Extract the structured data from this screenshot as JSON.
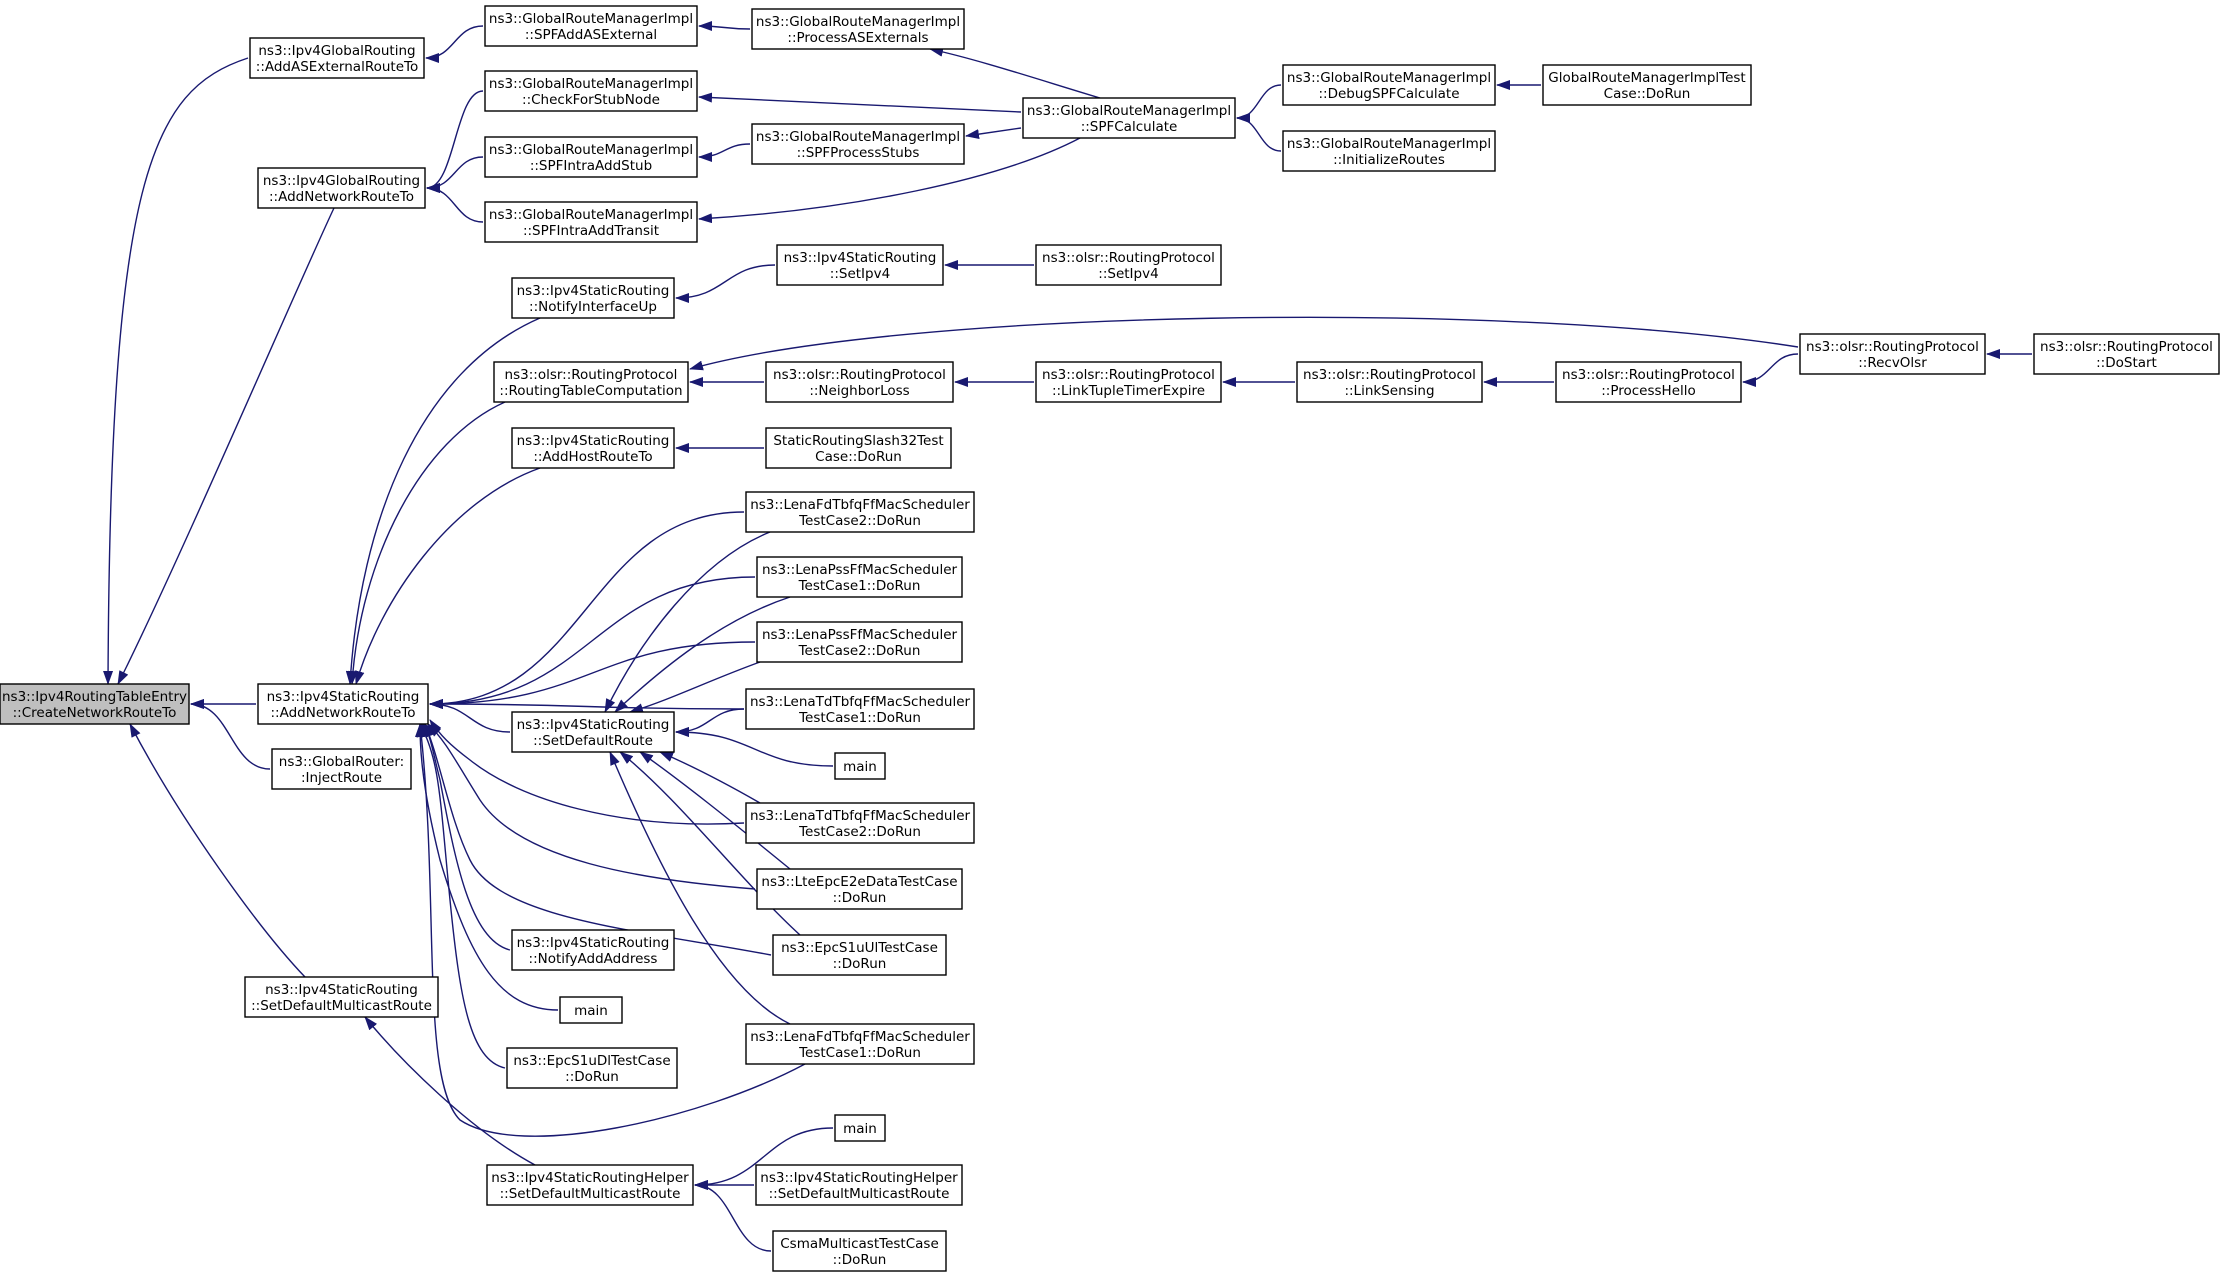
{
  "diagram": {
    "type": "doxygen-caller-graph",
    "colors": {
      "edge": "#191970",
      "node_border": "#000000",
      "root_fill": "#bfbfbf",
      "node_fill": "#ffffff"
    },
    "nodes": [
      {
        "id": "root",
        "lines": [
          "ns3::Ipv4RoutingTableEntry",
          "::CreateNetworkRouteTo"
        ],
        "root": true
      },
      {
        "id": "n_addas",
        "lines": [
          "ns3::Ipv4GlobalRouting",
          "::AddASExternalRouteTo"
        ]
      },
      {
        "id": "n_addnet_g",
        "lines": [
          "ns3::Ipv4GlobalRouting",
          "::AddNetworkRouteTo"
        ]
      },
      {
        "id": "n_addnet_s",
        "lines": [
          "ns3::Ipv4StaticRouting",
          "::AddNetworkRouteTo"
        ]
      },
      {
        "id": "n_inject",
        "lines": [
          "ns3::GlobalRouter:",
          ":InjectRoute"
        ]
      },
      {
        "id": "n_setdefmc",
        "lines": [
          "ns3::Ipv4StaticRouting",
          "::SetDefaultMulticastRoute"
        ]
      },
      {
        "id": "n_spfaddas",
        "lines": [
          "ns3::GlobalRouteManagerImpl",
          "::SPFAddASExternal"
        ]
      },
      {
        "id": "n_processas",
        "lines": [
          "ns3::GlobalRouteManagerImpl",
          "::ProcessASExternals"
        ]
      },
      {
        "id": "n_checkstub",
        "lines": [
          "ns3::GlobalRouteManagerImpl",
          "::CheckForStubNode"
        ]
      },
      {
        "id": "n_intrastub",
        "lines": [
          "ns3::GlobalRouteManagerImpl",
          "::SPFIntraAddStub"
        ]
      },
      {
        "id": "n_intratransit",
        "lines": [
          "ns3::GlobalRouteManagerImpl",
          "::SPFIntraAddTransit"
        ]
      },
      {
        "id": "n_processstubs",
        "lines": [
          "ns3::GlobalRouteManagerImpl",
          "::SPFProcessStubs"
        ]
      },
      {
        "id": "n_spfcalc",
        "lines": [
          "ns3::GlobalRouteManagerImpl",
          "::SPFCalculate"
        ]
      },
      {
        "id": "n_debugspf",
        "lines": [
          "ns3::GlobalRouteManagerImpl",
          "::DebugSPFCalculate"
        ]
      },
      {
        "id": "n_initroutes",
        "lines": [
          "ns3::GlobalRouteManagerImpl",
          "::InitializeRoutes"
        ]
      },
      {
        "id": "n_grmtest",
        "lines": [
          "GlobalRouteManagerImplTest",
          "Case::DoRun"
        ]
      },
      {
        "id": "n_notifyup",
        "lines": [
          "ns3::Ipv4StaticRouting",
          "::NotifyInterfaceUp"
        ]
      },
      {
        "id": "n_setipv4",
        "lines": [
          "ns3::Ipv4StaticRouting",
          "::SetIpv4"
        ]
      },
      {
        "id": "n_olsr_setipv4",
        "lines": [
          "ns3::olsr::RoutingProtocol",
          "::SetIpv4"
        ]
      },
      {
        "id": "n_rtcomp",
        "lines": [
          "ns3::olsr::RoutingProtocol",
          "::RoutingTableComputation"
        ]
      },
      {
        "id": "n_nbrloss",
        "lines": [
          "ns3::olsr::RoutingProtocol",
          "::NeighborLoss"
        ]
      },
      {
        "id": "n_linktuple",
        "lines": [
          "ns3::olsr::RoutingProtocol",
          "::LinkTupleTimerExpire"
        ]
      },
      {
        "id": "n_linksensing",
        "lines": [
          "ns3::olsr::RoutingProtocol",
          "::LinkSensing"
        ]
      },
      {
        "id": "n_processhello",
        "lines": [
          "ns3::olsr::RoutingProtocol",
          "::ProcessHello"
        ]
      },
      {
        "id": "n_recvolsr",
        "lines": [
          "ns3::olsr::RoutingProtocol",
          "::RecvOlsr"
        ]
      },
      {
        "id": "n_dostart",
        "lines": [
          "ns3::olsr::RoutingProtocol",
          "::DoStart"
        ]
      },
      {
        "id": "n_addhost",
        "lines": [
          "ns3::Ipv4StaticRouting",
          "::AddHostRouteTo"
        ]
      },
      {
        "id": "n_slash32",
        "lines": [
          "StaticRoutingSlash32Test",
          "Case::DoRun"
        ]
      },
      {
        "id": "n_fdtbfq2",
        "lines": [
          "ns3::LenaFdTbfqFfMacScheduler",
          "TestCase2::DoRun"
        ]
      },
      {
        "id": "n_pss1",
        "lines": [
          "ns3::LenaPssFfMacScheduler",
          "TestCase1::DoRun"
        ]
      },
      {
        "id": "n_pss2",
        "lines": [
          "ns3::LenaPssFfMacScheduler",
          "TestCase2::DoRun"
        ]
      },
      {
        "id": "n_tdtbfq1",
        "lines": [
          "ns3::LenaTdTbfqFfMacScheduler",
          "TestCase1::DoRun"
        ]
      },
      {
        "id": "n_setdefault",
        "lines": [
          "ns3::Ipv4StaticRouting",
          "::SetDefaultRoute"
        ]
      },
      {
        "id": "n_main1",
        "lines": [
          "main"
        ]
      },
      {
        "id": "n_tdtbfq2",
        "lines": [
          "ns3::LenaTdTbfqFfMacScheduler",
          "TestCase2::DoRun"
        ]
      },
      {
        "id": "n_e2e",
        "lines": [
          "ns3::LteEpcE2eDataTestCase",
          "::DoRun"
        ]
      },
      {
        "id": "n_s1uul",
        "lines": [
          "ns3::EpcS1uUlTestCase",
          "::DoRun"
        ]
      },
      {
        "id": "n_notifyaddr",
        "lines": [
          "ns3::Ipv4StaticRouting",
          "::NotifyAddAddress"
        ]
      },
      {
        "id": "n_main2",
        "lines": [
          "main"
        ]
      },
      {
        "id": "n_fdtbfq1",
        "lines": [
          "ns3::LenaFdTbfqFfMacScheduler",
          "TestCase1::DoRun"
        ]
      },
      {
        "id": "n_s1udl",
        "lines": [
          "ns3::EpcS1uDlTestCase",
          "::DoRun"
        ]
      },
      {
        "id": "n_main3",
        "lines": [
          "main"
        ]
      },
      {
        "id": "n_helper_setdefmc",
        "lines": [
          "ns3::Ipv4StaticRoutingHelper",
          "::SetDefaultMulticastRoute"
        ]
      },
      {
        "id": "n_helper_setdefmc2",
        "lines": [
          "ns3::Ipv4StaticRoutingHelper",
          "::SetDefaultMulticastRoute"
        ]
      },
      {
        "id": "n_csma",
        "lines": [
          "CsmaMulticastTestCase",
          "::DoRun"
        ]
      }
    ],
    "edges": [
      {
        "from": "n_addas",
        "to": "root"
      },
      {
        "from": "n_addnet_g",
        "to": "root"
      },
      {
        "from": "n_addnet_s",
        "to": "root"
      },
      {
        "from": "n_inject",
        "to": "root"
      },
      {
        "from": "n_setdefmc",
        "to": "root"
      },
      {
        "from": "n_spfaddas",
        "to": "n_addas"
      },
      {
        "from": "n_processas",
        "to": "n_spfaddas"
      },
      {
        "from": "n_spfcalc",
        "to": "n_processas"
      },
      {
        "from": "n_checkstub",
        "to": "n_addnet_g"
      },
      {
        "from": "n_intrastub",
        "to": "n_addnet_g"
      },
      {
        "from": "n_intratransit",
        "to": "n_addnet_g"
      },
      {
        "from": "n_spfcalc",
        "to": "n_checkstub"
      },
      {
        "from": "n_processstubs",
        "to": "n_intrastub"
      },
      {
        "from": "n_spfcalc",
        "to": "n_processstubs"
      },
      {
        "from": "n_spfcalc",
        "to": "n_intratransit"
      },
      {
        "from": "n_debugspf",
        "to": "n_spfcalc"
      },
      {
        "from": "n_initroutes",
        "to": "n_spfcalc"
      },
      {
        "from": "n_grmtest",
        "to": "n_debugspf"
      },
      {
        "from": "n_notifyup",
        "to": "n_addnet_s"
      },
      {
        "from": "n_setipv4",
        "to": "n_notifyup"
      },
      {
        "from": "n_olsr_setipv4",
        "to": "n_setipv4"
      },
      {
        "from": "n_rtcomp",
        "to": "n_addnet_s"
      },
      {
        "from": "n_nbrloss",
        "to": "n_rtcomp"
      },
      {
        "from": "n_recvolsr",
        "to": "n_rtcomp"
      },
      {
        "from": "n_linktuple",
        "to": "n_nbrloss"
      },
      {
        "from": "n_linksensing",
        "to": "n_linktuple"
      },
      {
        "from": "n_processhello",
        "to": "n_linksensing"
      },
      {
        "from": "n_recvolsr",
        "to": "n_processhello"
      },
      {
        "from": "n_dostart",
        "to": "n_recvolsr"
      },
      {
        "from": "n_addhost",
        "to": "n_addnet_s"
      },
      {
        "from": "n_slash32",
        "to": "n_addhost"
      },
      {
        "from": "n_fdtbfq2",
        "to": "n_addnet_s"
      },
      {
        "from": "n_pss1",
        "to": "n_addnet_s"
      },
      {
        "from": "n_pss2",
        "to": "n_addnet_s"
      },
      {
        "from": "n_tdtbfq1",
        "to": "n_addnet_s"
      },
      {
        "from": "n_setdefault",
        "to": "n_addnet_s"
      },
      {
        "from": "n_tdtbfq2",
        "to": "n_addnet_s"
      },
      {
        "from": "n_e2e",
        "to": "n_addnet_s"
      },
      {
        "from": "n_s1uul",
        "to": "n_addnet_s"
      },
      {
        "from": "n_notifyaddr",
        "to": "n_addnet_s"
      },
      {
        "from": "n_main2",
        "to": "n_addnet_s"
      },
      {
        "from": "n_s1udl",
        "to": "n_addnet_s"
      },
      {
        "from": "n_fdtbfq1",
        "to": "n_addnet_s"
      },
      {
        "from": "n_fdtbfq2",
        "to": "n_setdefault"
      },
      {
        "from": "n_pss1",
        "to": "n_setdefault"
      },
      {
        "from": "n_pss2",
        "to": "n_setdefault"
      },
      {
        "from": "n_tdtbfq1",
        "to": "n_setdefault"
      },
      {
        "from": "n_main1",
        "to": "n_setdefault"
      },
      {
        "from": "n_tdtbfq2",
        "to": "n_setdefault"
      },
      {
        "from": "n_e2e",
        "to": "n_setdefault"
      },
      {
        "from": "n_s1uul",
        "to": "n_setdefault"
      },
      {
        "from": "n_fdtbfq1",
        "to": "n_setdefault"
      },
      {
        "from": "n_helper_setdefmc",
        "to": "n_setdefmc"
      },
      {
        "from": "n_main3",
        "to": "n_helper_setdefmc"
      },
      {
        "from": "n_helper_setdefmc2",
        "to": "n_helper_setdefmc"
      },
      {
        "from": "n_csma",
        "to": "n_helper_setdefmc"
      }
    ]
  }
}
